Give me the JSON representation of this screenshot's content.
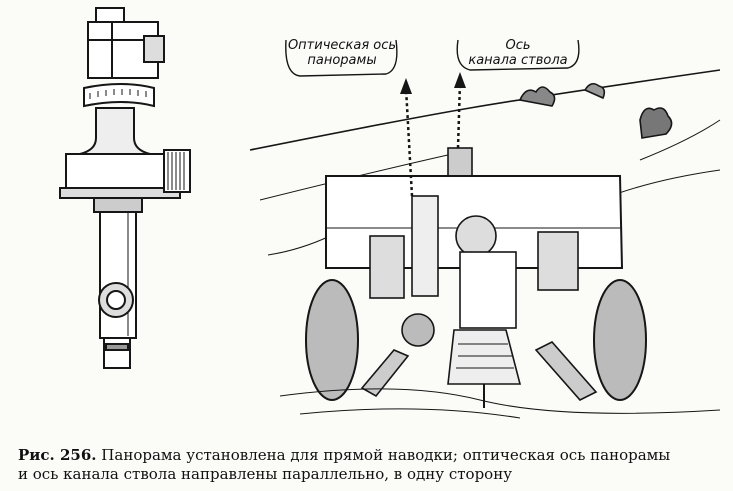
{
  "labels": {
    "optical_axis": [
      "Оптическая ось",
      "панорамы"
    ],
    "barrel_axis": [
      "Ось",
      "канала ствола"
    ]
  },
  "caption": {
    "figure_label": "Рис. 256.",
    "line1": "Панорама установлена для прямой наводки; оптическая ось панорамы",
    "line2": "и ось канала ствола направлены параллельно, в одну сторону"
  },
  "colors": {
    "ink": "#161616",
    "paper": "#fbfbf8"
  }
}
